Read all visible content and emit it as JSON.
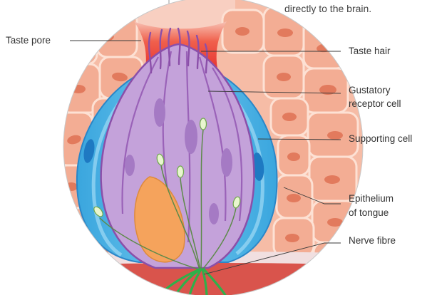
{
  "header_fragment": "directly to the brain.",
  "labels": {
    "taste_pore": "Taste pore",
    "taste_hair": "Taste hair",
    "gustatory_receptor_cell": [
      "Gustatory",
      "receptor cell"
    ],
    "supporting_cell": "Supporting cell",
    "epithelium_of_tongue": [
      "Epithelium",
      "of tongue"
    ],
    "nerve_fibre": "Nerve fibre"
  },
  "colors": {
    "epithelium": "#f6bca6",
    "supporting_cell": "#4db3e4",
    "supporting_outline": "#2a86c8",
    "supporting_nucleus": "#1e79c2",
    "receptor_cell": "#c4a2da",
    "receptor_outline": "#8b4fa9",
    "receptor_nucleus": "#a57ac4",
    "orange_cell": "#f5a35c",
    "basal_tissue": "#d9544c",
    "nerve_fibre": "#2fb04a"
  }
}
